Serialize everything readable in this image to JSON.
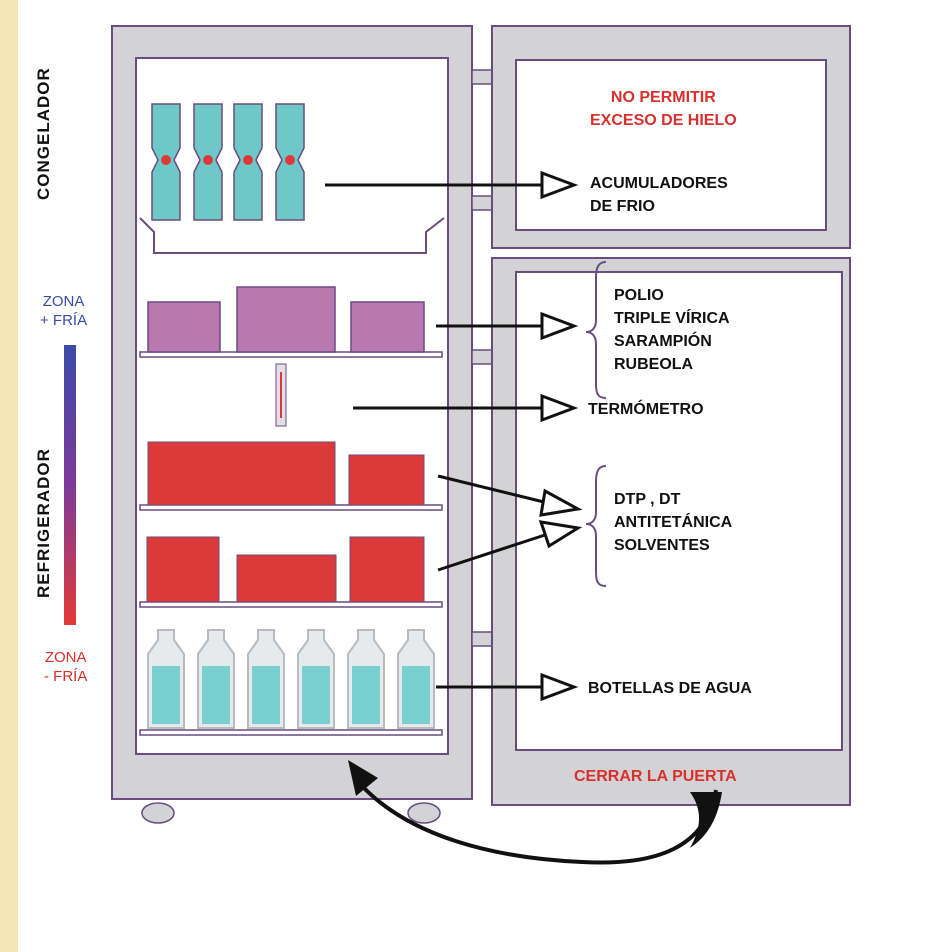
{
  "colors": {
    "frame_gray": "#d3d3d5",
    "outline_purple": "#6a4c80",
    "freezer_pack": "#6fc8c8",
    "vaccine_purple": "#b779b0",
    "vaccine_red": "#dc3a3a",
    "water": "#79d0d0",
    "left_strip": "#f5e6b8"
  },
  "side_labels": {
    "freezer": "CONGELADOR",
    "fridge": "REFRIGERADOR"
  },
  "zones": {
    "cold_top": [
      "ZONA",
      "+ FRÍA"
    ],
    "cold_bottom": [
      "ZONA",
      "- FRÍA"
    ]
  },
  "labels": {
    "no_ice": [
      "NO PERMITIR",
      "EXCESO DE HIELO"
    ],
    "cold_packs": [
      "ACUMULADORES",
      "DE FRIO"
    ],
    "group1": [
      "POLIO",
      "TRIPLE VÍRICA",
      "SARAMPIÓN",
      "RUBEOLA"
    ],
    "thermometer": "TERMÓMETRO",
    "group2": [
      "DTP ,  DT",
      "ANTITETÁNICA",
      "SOLVENTES"
    ],
    "water_bottles": "BOTELLAS DE AGUA",
    "close_door": "CERRAR LA PUERTA"
  },
  "icons": {
    "cold_pack": "cold-pack-icon",
    "vaccine_box": "vaccine-box-icon",
    "thermometer": "thermometer-icon",
    "water_bottle": "water-bottle-icon",
    "arrow": "arrow-icon",
    "curved_arrow": "curved-arrow-icon",
    "brace": "brace-icon",
    "wheel": "wheel-icon"
  }
}
